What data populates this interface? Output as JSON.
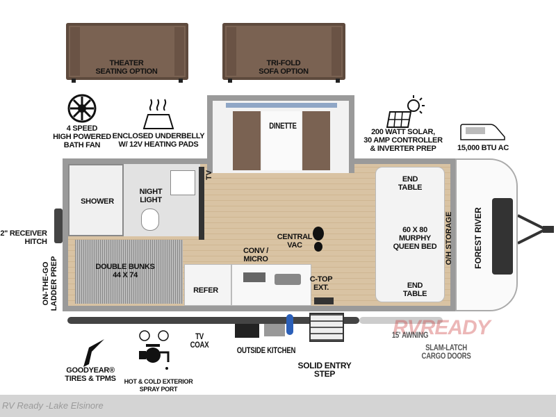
{
  "options": {
    "theater": "THEATER SEATING OPTION",
    "trifold": "TRI-FOLD SOFA OPTION"
  },
  "features": {
    "fan": [
      "4 SPEED",
      "HIGH POWERED",
      "BATH FAN"
    ],
    "underbelly": [
      "ENCLOSED UNDERBELLY",
      "W/ 12V HEATING PADS"
    ],
    "solar": [
      "200 WATT SOLAR,",
      "30 AMP CONTROLLER",
      "& INVERTER PREP"
    ],
    "ac": "15,000 BTU AC",
    "tires": [
      "GOODYEAR®",
      "TIRES & TPMS"
    ],
    "spray": [
      "HOT & COLD EXTERIOR",
      "SPRAY PORT"
    ],
    "tvcoax": [
      "TV",
      "COAX"
    ],
    "kitchen": "OUTSIDE KITCHEN",
    "step": [
      "SOLID ENTRY",
      "STEP"
    ],
    "awning": "15' AWNING",
    "cargo": [
      "SLAM-LATCH",
      "CARGO DOORS"
    ],
    "hitch": [
      "2\" RECEIVER",
      "HITCH"
    ],
    "ladder": [
      "ON-THE-GO",
      "LADDER PREP"
    ]
  },
  "rooms": {
    "dinette": "DINETTE",
    "shower": "SHOWER",
    "nightlight": [
      "NIGHT",
      "LIGHT"
    ],
    "tv": "TV",
    "bunks": [
      "DOUBLE BUNKS",
      "44 X 74"
    ],
    "micro": [
      "CONV /",
      "MICRO"
    ],
    "vac": [
      "CENTRAL",
      "VAC"
    ],
    "refer": "REFER",
    "ctop": [
      "C-TOP",
      "EXT."
    ],
    "endtable1": [
      "END",
      "TABLE"
    ],
    "endtable2": [
      "END",
      "TABLE"
    ],
    "bed": [
      "60 X 80",
      "MURPHY",
      "QUEEN BED"
    ],
    "storage": "O/H STORAGE"
  },
  "brand": {
    "logo": "FOREST RIVER",
    "watermark": "RVREADY"
  },
  "footer": "RV Ready -Lake Elsinore"
}
